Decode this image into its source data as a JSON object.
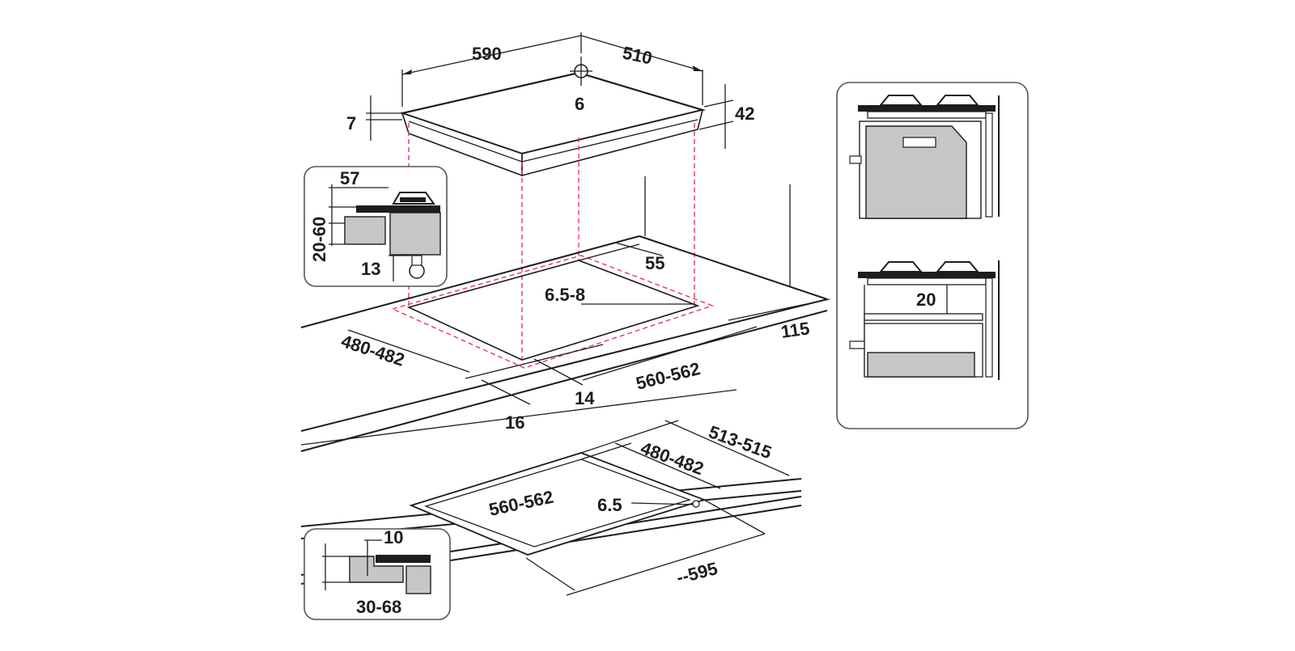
{
  "hob": {
    "width": "590",
    "depth": "510",
    "gas_connection": "6",
    "glass_thickness": "7",
    "total_height": "42"
  },
  "cutout_standard": {
    "front_rear_distance": "55",
    "edge_radius": "6.5-8",
    "side_clearance": "115",
    "cutout_depth": "480-482",
    "cutout_width": "560-562",
    "front_offset": "14",
    "front_distance": "16"
  },
  "inset_top_left": {
    "height_above": "57",
    "worktop_range": "20-60",
    "under_clearance": "13"
  },
  "flush_mount": {
    "outer_depth": "513-515",
    "inner_depth": "480-482",
    "inner_width": "560-562",
    "corner_radius": "6.5",
    "outer_width": "--595"
  },
  "inset_bottom_left": {
    "rebate_depth": "10",
    "worktop_range": "30-68"
  },
  "inset_right": {
    "gap": "20"
  }
}
